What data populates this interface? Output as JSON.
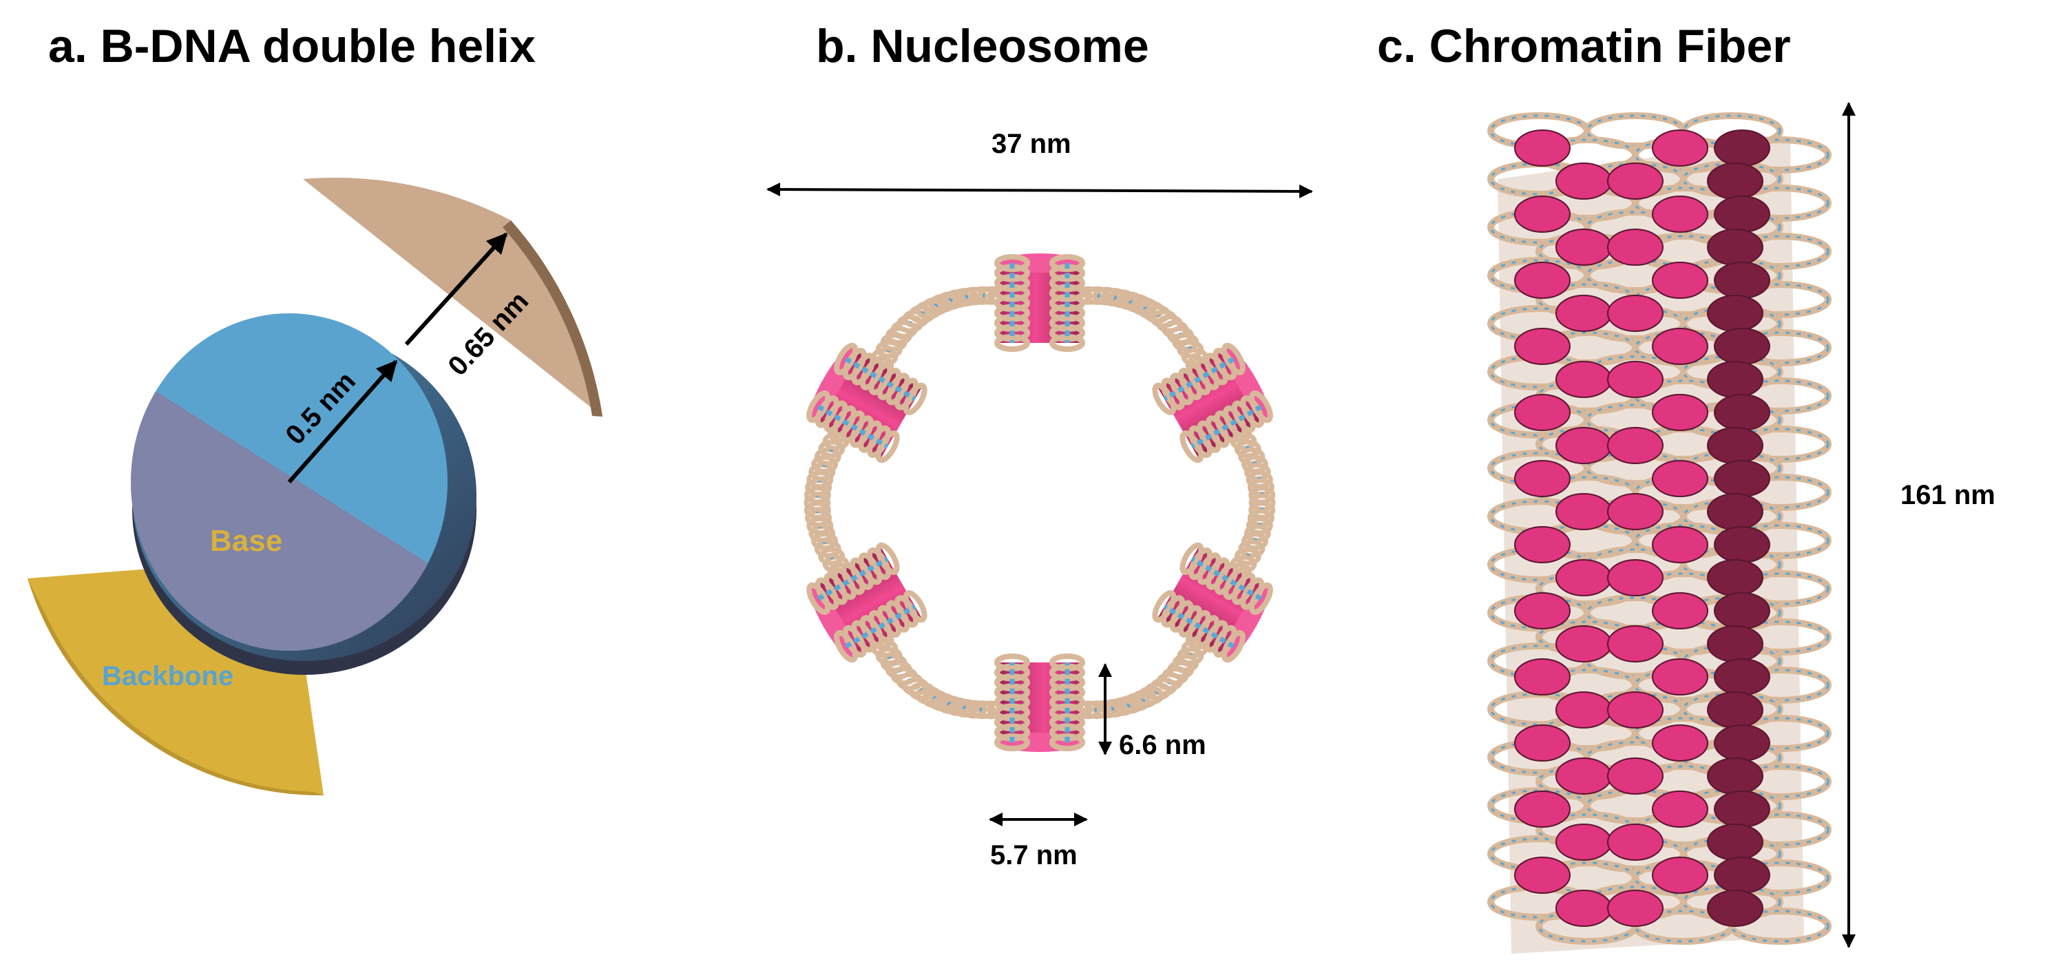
{
  "panels": {
    "a": {
      "title": "a. B-DNA double helix",
      "radius_inner_label": "0.5 nm",
      "radius_outer_label": "0.65 nm",
      "base_label": "Base",
      "backbone_label": "Backbone"
    },
    "b": {
      "title": "b. Nucleosome",
      "diameter_label": "37 nm",
      "height_label": "6.6 nm",
      "width_label": "5.7 nm"
    },
    "c": {
      "title": "c. Chromatin Fiber",
      "length_label": "161 nm"
    }
  },
  "colors": {
    "dna_tan": "#D8B89A",
    "dna_blue": "#58A8D8",
    "histone_pink": "#E0357F",
    "histone_dark": "#7A1F40",
    "base_blue": "#5AA3CF",
    "base_slate": "#7F84A8",
    "backbone_gold": "#D9B13A",
    "backbone_tan": "#CBA98C"
  },
  "icons": {
    "nucleosome": "histone-cylinder-icon",
    "dna": "dna-coil-icon"
  }
}
